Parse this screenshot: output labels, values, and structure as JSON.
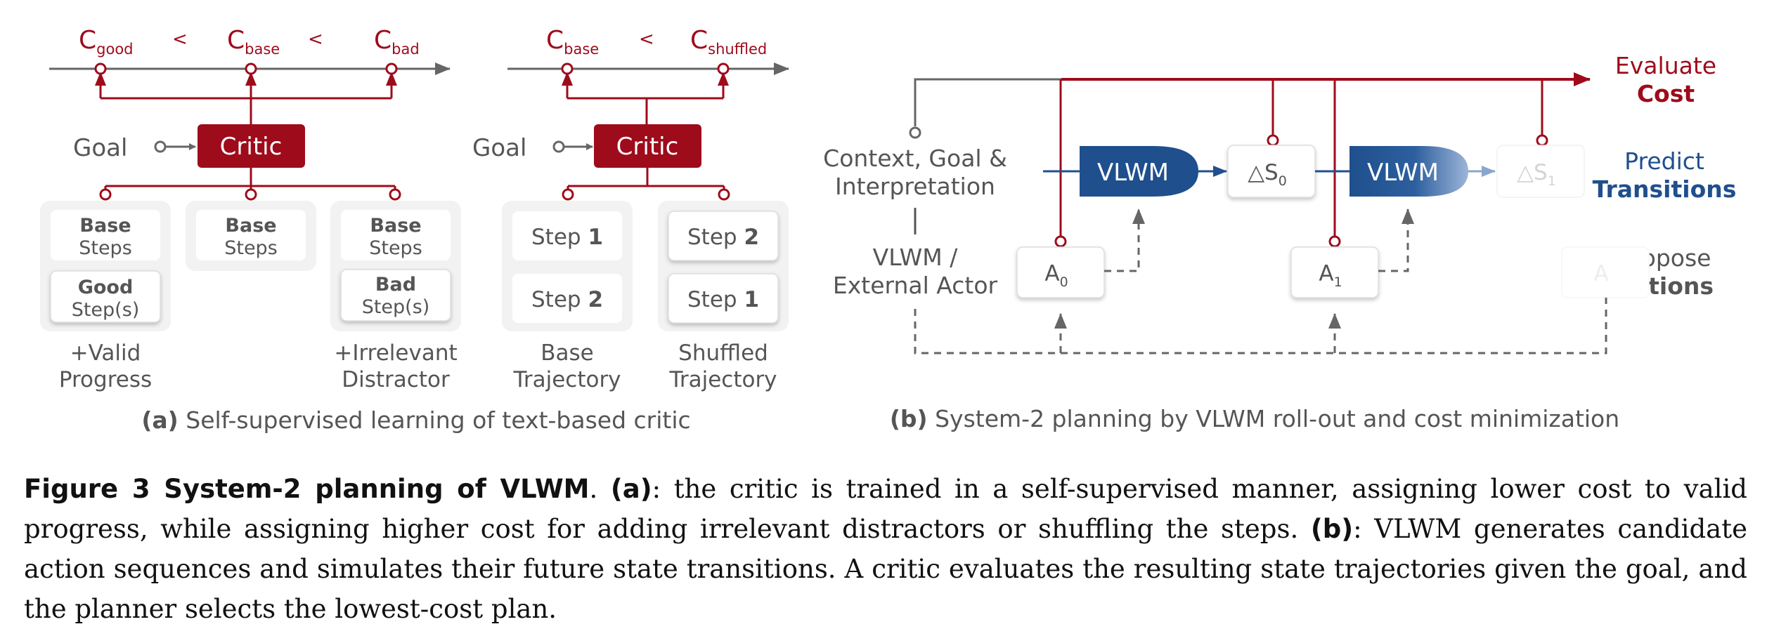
{
  "colors": {
    "red": "#9e0b1b",
    "gray_text": "#555555",
    "navy": "#1f4f8d",
    "arrow_gray": "#666666",
    "box_bg": "#f2f2f2"
  },
  "panel_a": {
    "axis1": {
      "c_good": {
        "main": "C",
        "sub": "good"
      },
      "c_base": {
        "main": "C",
        "sub": "base"
      },
      "c_bad": {
        "main": "C",
        "sub": "bad"
      },
      "lt": "<"
    },
    "axis2": {
      "c_base": {
        "main": "C",
        "sub": "base"
      },
      "c_shuffled": {
        "main": "C",
        "sub": "shuffled"
      },
      "lt": "<"
    },
    "goal_label": "Goal",
    "critic_label": "Critic",
    "col_valid": {
      "base_bold": "Base",
      "base_rest": "Steps",
      "good_bold": "Good",
      "good_rest": "Step(s)",
      "label_1": "+Valid",
      "label_2": "Progress"
    },
    "col_base": {
      "base_bold": "Base",
      "base_rest": "Steps"
    },
    "col_distractor": {
      "base_bold": "Base",
      "base_rest": "Steps",
      "bad_bold": "Bad",
      "bad_rest": "Step(s)",
      "label_1": "+Irrelevant",
      "label_2": "Distractor"
    },
    "base_traj": {
      "step_word": "Step",
      "first": "1",
      "second": "2",
      "label_1": "Base",
      "label_2": "Trajectory"
    },
    "shuffled_traj": {
      "step_word": "Step",
      "first": "2",
      "second": "1",
      "label_1": "Shuffled",
      "label_2": "Trajectory"
    },
    "caption_tag": "(a)",
    "caption_text": "Self-supervised learning of text-based critic"
  },
  "panel_b": {
    "evaluate_1": "Evaluate",
    "evaluate_2": "Cost",
    "predict_1": "Predict",
    "predict_2": "Transitions",
    "propose_1": "Propose",
    "propose_2": "Actions",
    "context_1": "Context, Goal &",
    "context_2": "Interpretation",
    "actor_1": "VLWM /",
    "actor_2": "External Actor",
    "vlwm_label": "VLWM",
    "delta_main": "△S",
    "delta0_sub": "0",
    "delta1_sub": "1",
    "a_main": "A",
    "a0_sub": "0",
    "a1_sub": "1",
    "caption_tag": "(b)",
    "caption_text": "System-2 planning by  VLWM roll-out and cost minimization"
  },
  "caption": {
    "label": "Figure 3  System-2 planning of VLWM",
    "sep1": ". ",
    "a_tag": "(a)",
    "a_text": ": the critic is trained in a self-supervised manner, assigning lower cost to valid progress, while assigning higher cost for adding irrelevant distractors or shuffling the steps. ",
    "b_tag": "(b)",
    "b_text": ": VLWM generates candidate action sequences and simulates their future state transitions. A critic evaluates the resulting state trajectories given the goal, and the planner selects the lowest-cost plan."
  }
}
